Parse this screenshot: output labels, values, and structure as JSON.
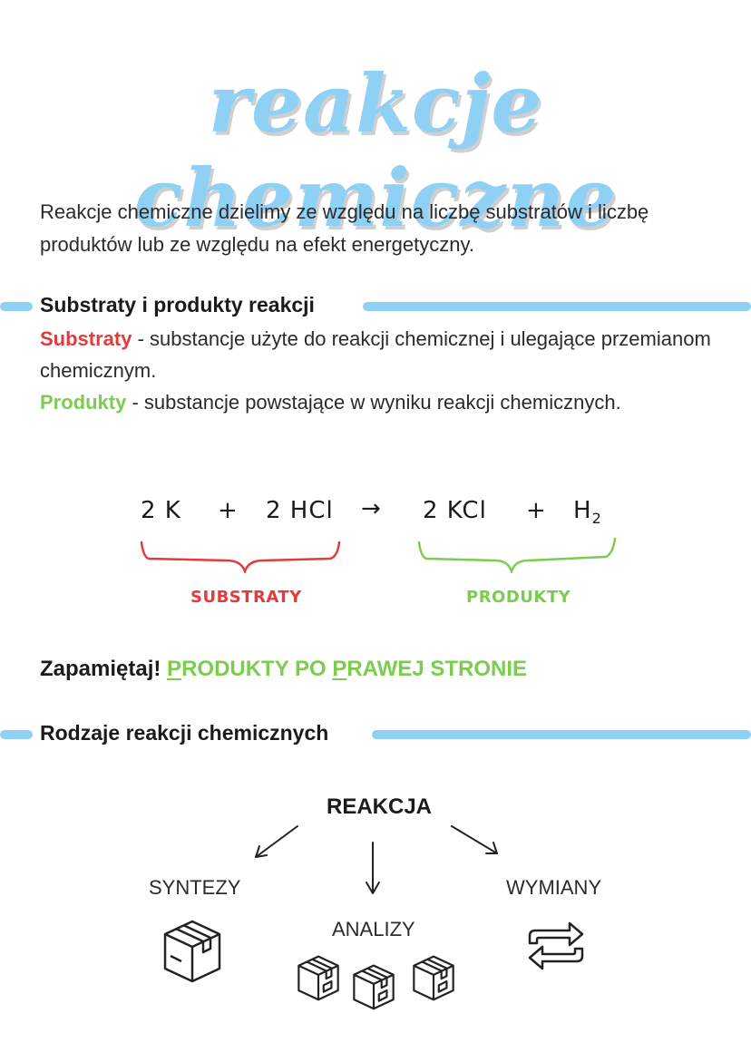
{
  "header": {
    "title": "reakcje chemiczne"
  },
  "intro": {
    "text": "Reakcje chemiczne dzielimy ze względu na liczbę substratów i liczbę produktów lub ze względu na efekt energetyczny."
  },
  "section1": {
    "heading": "Substraty i produkty reakcji",
    "substraty_term": "Substraty",
    "substraty_def": " - substancje użyte do reakcji chemicznej i ulegające przemianom chemicznym.",
    "produkty_term": "Produkty",
    "produkty_def": " - substancje powstające w wyniku reakcji chemicznych."
  },
  "equation": {
    "term1": "2 K",
    "plus1": "+",
    "term2": "2 HCl",
    "arrow": "→",
    "term3": "2 KCl",
    "plus2": "+",
    "term4_base": "H",
    "term4_sub": "2",
    "label_left": "SUBSTRATY",
    "label_right": "PRODUKTY"
  },
  "remember": {
    "prefix": "Zapamiętaj! ",
    "p1": "P",
    "rest1": "RODUKTY PO ",
    "p2": "P",
    "rest2": "RAWEJ STRONIE"
  },
  "section2": {
    "heading": "Rodzaje reakcji chemicznych",
    "root": "REAKCJA",
    "left": "SYNTEZY",
    "middle": "ANALIZY",
    "right": "WYMIANY"
  },
  "icons": [
    "box-icon",
    "box-icon",
    "box-icon",
    "box-icon",
    "swap-arrows-icon"
  ],
  "colors": {
    "accent_blue": "#8fd0f5",
    "red": "#e23b3b",
    "green": "#7ccc50"
  }
}
